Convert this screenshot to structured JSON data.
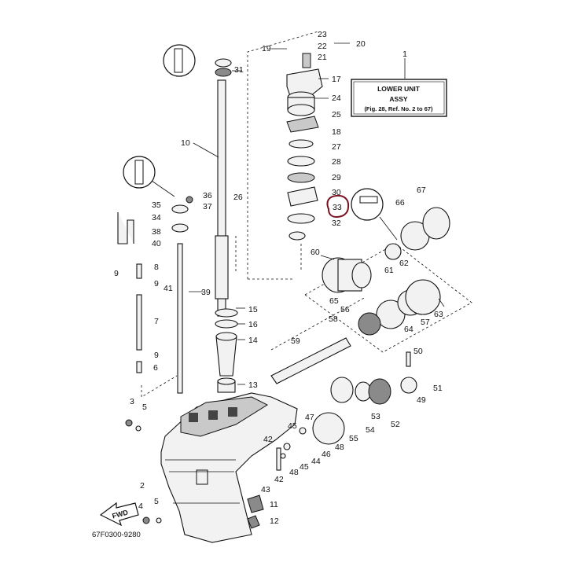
{
  "title_box": {
    "line1": "LOWER UNIT",
    "line2": "ASSY",
    "ref": "(Fig. 28, Ref. No. 2 to 67)",
    "number": "1"
  },
  "diagram_code": "67F0300-9280",
  "forward_label": "FWD",
  "highlight_color": "#7a1020",
  "callouts": [
    {
      "id": "c2",
      "label": "2"
    },
    {
      "id": "c3",
      "label": "3"
    },
    {
      "id": "c4",
      "label": "4"
    },
    {
      "id": "c5a",
      "label": "5"
    },
    {
      "id": "c5b",
      "label": "5"
    },
    {
      "id": "c6",
      "label": "6"
    },
    {
      "id": "c7",
      "label": "7"
    },
    {
      "id": "c8",
      "label": "8"
    },
    {
      "id": "c9a",
      "label": "9"
    },
    {
      "id": "c9b",
      "label": "9"
    },
    {
      "id": "c9c",
      "label": "9"
    },
    {
      "id": "c10",
      "label": "10"
    },
    {
      "id": "c11",
      "label": "11"
    },
    {
      "id": "c12",
      "label": "12"
    },
    {
      "id": "c13",
      "label": "13"
    },
    {
      "id": "c14",
      "label": "14"
    },
    {
      "id": "c15",
      "label": "15"
    },
    {
      "id": "c16",
      "label": "16"
    },
    {
      "id": "c17",
      "label": "17"
    },
    {
      "id": "c18",
      "label": "18"
    },
    {
      "id": "c19",
      "label": "19"
    },
    {
      "id": "c20",
      "label": "20"
    },
    {
      "id": "c21",
      "label": "21"
    },
    {
      "id": "c22",
      "label": "22"
    },
    {
      "id": "c23",
      "label": "23"
    },
    {
      "id": "c24",
      "label": "24"
    },
    {
      "id": "c25",
      "label": "25"
    },
    {
      "id": "c26",
      "label": "26"
    },
    {
      "id": "c27",
      "label": "27"
    },
    {
      "id": "c28",
      "label": "28"
    },
    {
      "id": "c29",
      "label": "29"
    },
    {
      "id": "c30",
      "label": "30"
    },
    {
      "id": "c31",
      "label": "31"
    },
    {
      "id": "c32",
      "label": "32"
    },
    {
      "id": "c33",
      "label": "33"
    },
    {
      "id": "c34",
      "label": "34"
    },
    {
      "id": "c35",
      "label": "35"
    },
    {
      "id": "c36",
      "label": "36"
    },
    {
      "id": "c37",
      "label": "37"
    },
    {
      "id": "c38",
      "label": "38"
    },
    {
      "id": "c39",
      "label": "39"
    },
    {
      "id": "c40",
      "label": "40"
    },
    {
      "id": "c41",
      "label": "41"
    },
    {
      "id": "c42a",
      "label": "42"
    },
    {
      "id": "c42b",
      "label": "42"
    },
    {
      "id": "c43",
      "label": "43"
    },
    {
      "id": "c44",
      "label": "44"
    },
    {
      "id": "c45a",
      "label": "45"
    },
    {
      "id": "c45b",
      "label": "45"
    },
    {
      "id": "c46",
      "label": "46"
    },
    {
      "id": "c47",
      "label": "47"
    },
    {
      "id": "c48a",
      "label": "48"
    },
    {
      "id": "c48b",
      "label": "48"
    },
    {
      "id": "c49",
      "label": "49"
    },
    {
      "id": "c50",
      "label": "50"
    },
    {
      "id": "c51",
      "label": "51"
    },
    {
      "id": "c52",
      "label": "52"
    },
    {
      "id": "c53",
      "label": "53"
    },
    {
      "id": "c54",
      "label": "54"
    },
    {
      "id": "c55",
      "label": "55"
    },
    {
      "id": "c56",
      "label": "56"
    },
    {
      "id": "c57",
      "label": "57"
    },
    {
      "id": "c58",
      "label": "58"
    },
    {
      "id": "c59",
      "label": "59"
    },
    {
      "id": "c60",
      "label": "60"
    },
    {
      "id": "c61",
      "label": "61"
    },
    {
      "id": "c62",
      "label": "62"
    },
    {
      "id": "c63",
      "label": "63"
    },
    {
      "id": "c64",
      "label": "64"
    },
    {
      "id": "c65",
      "label": "65"
    },
    {
      "id": "c66",
      "label": "66"
    },
    {
      "id": "c67",
      "label": "67"
    }
  ]
}
